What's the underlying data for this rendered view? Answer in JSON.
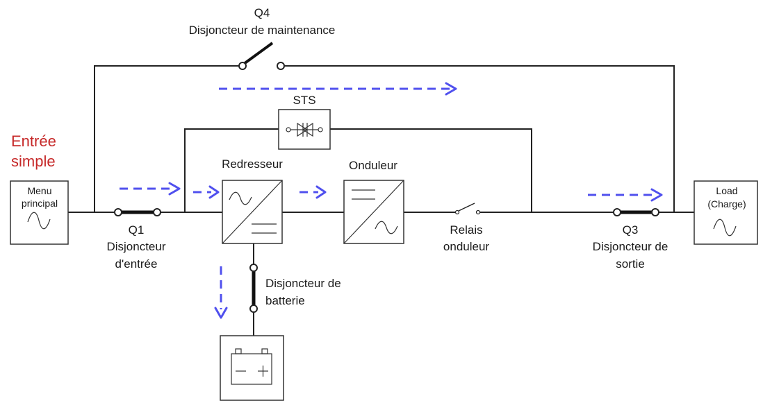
{
  "labels": {
    "input_type": [
      "Entrée",
      "simple"
    ],
    "main_input": [
      "Menu",
      "principal"
    ],
    "load": [
      "Load",
      "(Charge)"
    ],
    "q4": [
      "Q4",
      "Disjoncteur de maintenance"
    ],
    "sts": "STS",
    "rectifier": "Redresseur",
    "inverter": "Onduleur",
    "q1": [
      "Q1",
      "Disjoncteur",
      "d'entrée"
    ],
    "inverter_relay": [
      "Relais",
      "onduleur"
    ],
    "q3": [
      "Q3",
      "Disjoncteur de",
      "sortie"
    ],
    "battery_breaker": [
      "Disjoncteur de",
      "batterie"
    ],
    "battery_signs": [
      "−",
      "+"
    ]
  },
  "colors": {
    "flow_arrow": "#5050ee",
    "input_type_text": "#c62828"
  }
}
